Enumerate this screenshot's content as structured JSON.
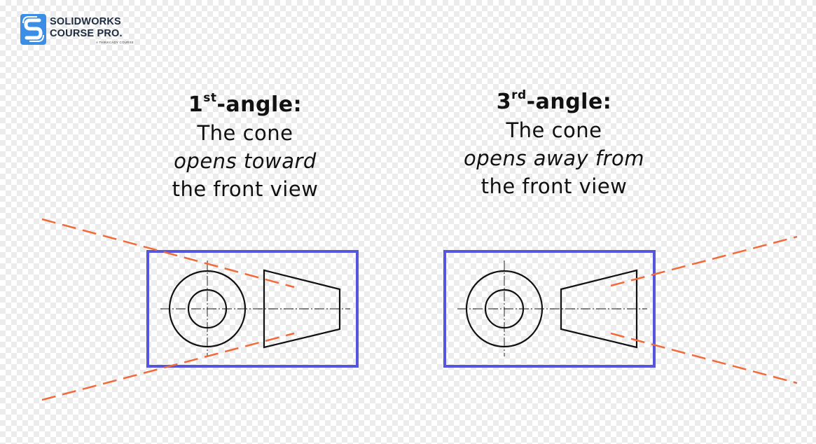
{
  "logo": {
    "line1": "SOLIDWORKS",
    "line2": "COURSE PRO.",
    "tagline": "A THINKCADY COURSE",
    "mark_color": "#3a8ee6"
  },
  "colors": {
    "frame": "#5555dd",
    "cone_lines": "#f06a3a",
    "drawing": "#111111"
  },
  "first_angle": {
    "heading_num": "1",
    "heading_sup": "st",
    "heading_rest": "-angle:",
    "line1": "The cone",
    "line2": "opens toward",
    "line3": "the front view"
  },
  "third_angle": {
    "heading_num": "3",
    "heading_sup": "rd",
    "heading_rest": "-angle:",
    "line1": "The cone",
    "line2": "opens away from",
    "line3": "the front view"
  }
}
